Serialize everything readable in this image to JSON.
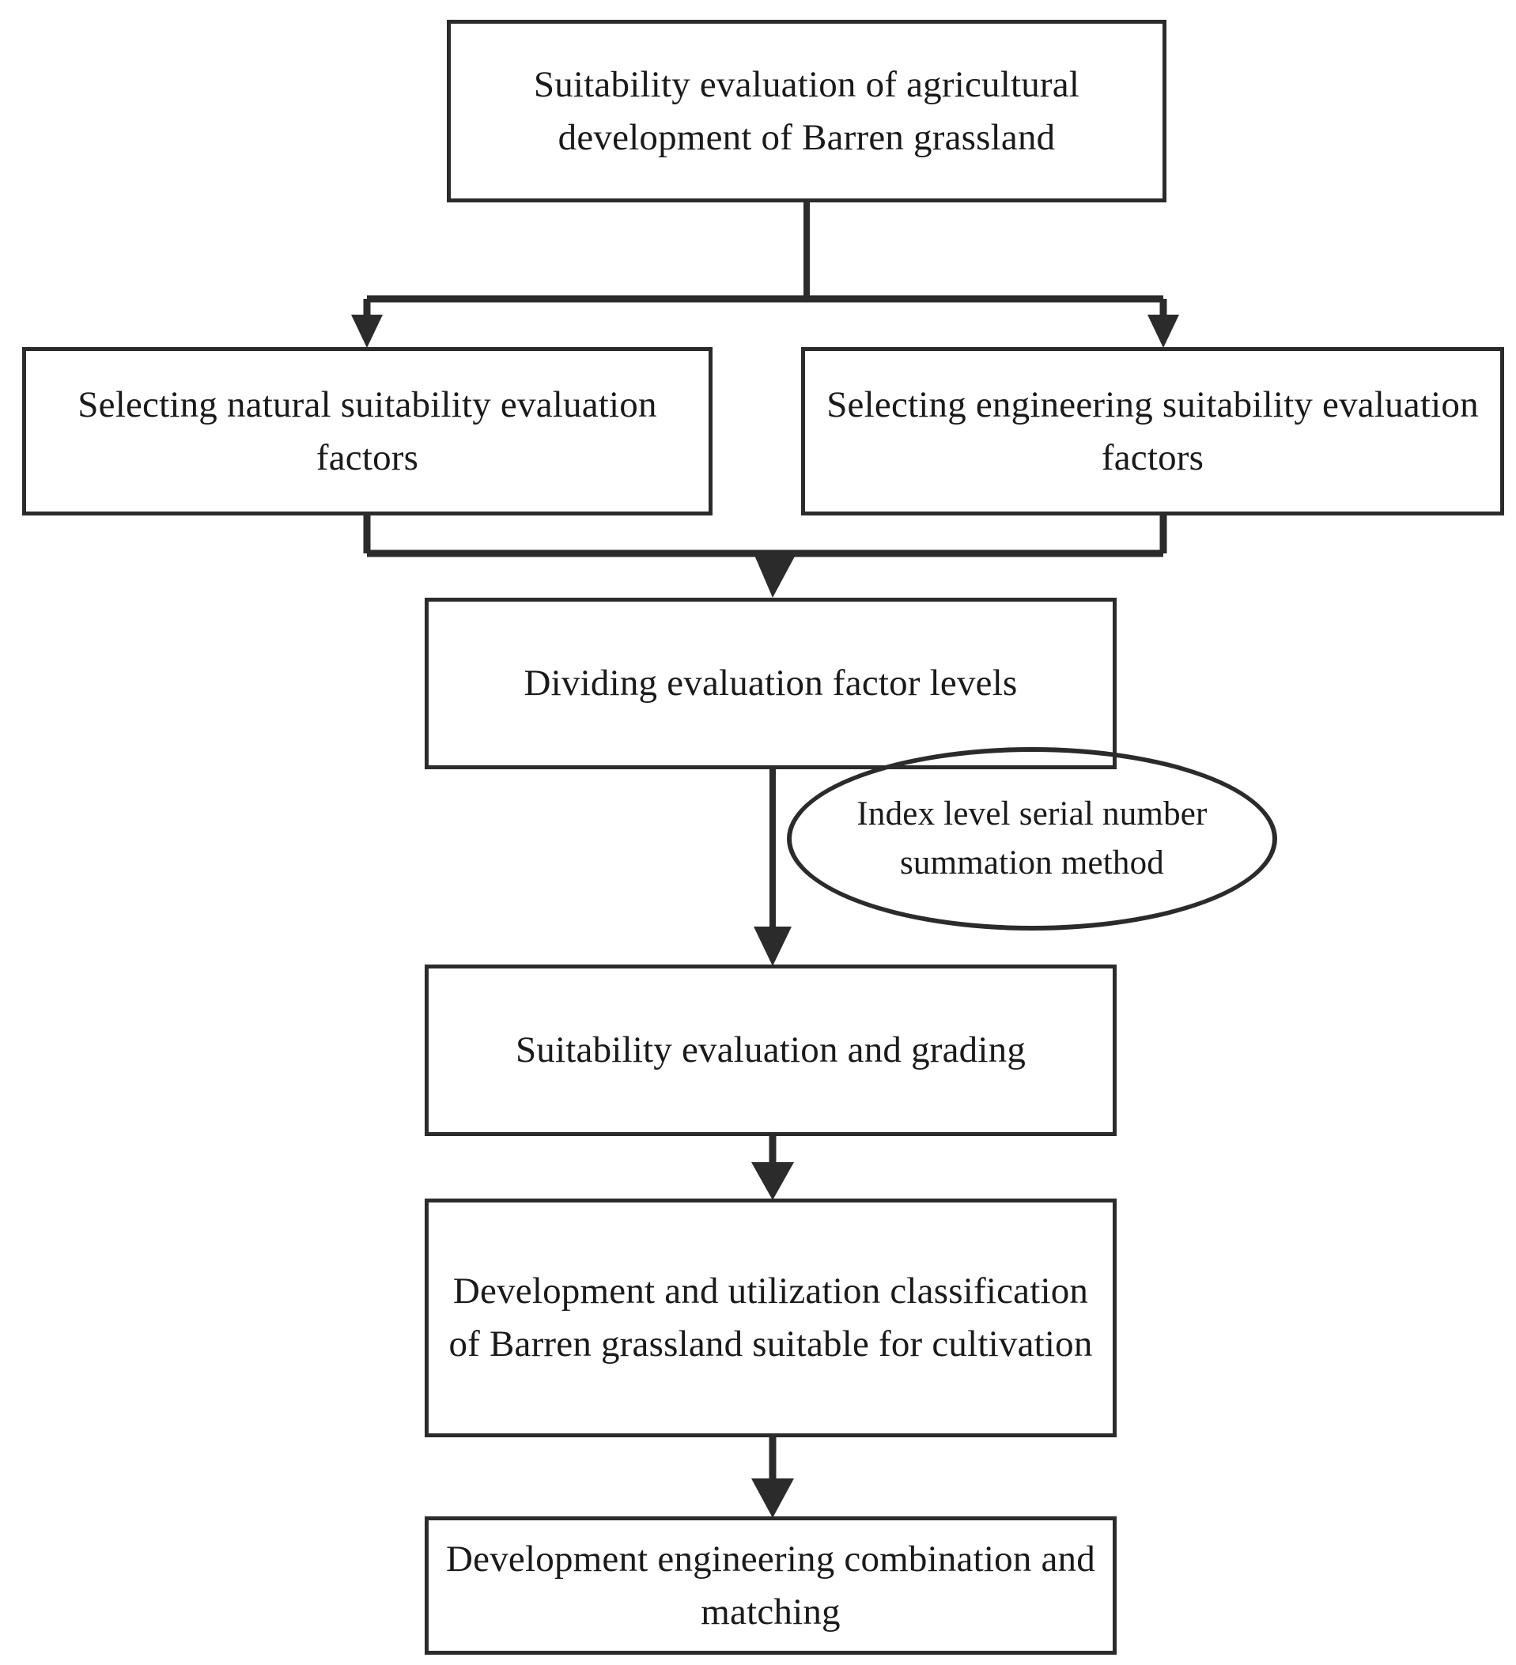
{
  "diagram": {
    "title_node": {
      "id": "root",
      "label": "Suitability evaluation of agricultural development of Barren grassland",
      "shape": "rectangle"
    },
    "nodes": [
      {
        "id": "root",
        "label": "Suitability evaluation of agricultural development of Barren grassland",
        "shape": "rectangle"
      },
      {
        "id": "natural",
        "label": "Selecting natural suitability evaluation factors",
        "shape": "rectangle"
      },
      {
        "id": "engineering",
        "label": "Selecting engineering suitability evaluation factors",
        "shape": "rectangle"
      },
      {
        "id": "dividing",
        "label": "Dividing evaluation factor levels",
        "shape": "rectangle"
      },
      {
        "id": "method",
        "label": "Index level serial number summation method",
        "shape": "ellipse"
      },
      {
        "id": "grading",
        "label": "Suitability evaluation and grading",
        "shape": "rectangle"
      },
      {
        "id": "classification",
        "label": "Development and utilization classification of Barren grassland suitable for cultivation",
        "shape": "rectangle"
      },
      {
        "id": "matching",
        "label": "Development engineering combination and matching",
        "shape": "rectangle"
      }
    ],
    "edges": [
      {
        "from": "root",
        "to": "natural",
        "type": "split-arrow"
      },
      {
        "from": "root",
        "to": "engineering",
        "type": "split-arrow"
      },
      {
        "from": "natural",
        "to": "dividing",
        "type": "merge-arrow"
      },
      {
        "from": "engineering",
        "to": "dividing",
        "type": "merge-arrow"
      },
      {
        "from": "dividing",
        "to": "grading",
        "type": "arrow"
      },
      {
        "from": "grading",
        "to": "classification",
        "type": "arrow"
      },
      {
        "from": "classification",
        "to": "matching",
        "type": "arrow"
      }
    ],
    "colors": {
      "stroke": "#2b2b2b",
      "text": "#1a1a1a",
      "background": "#ffffff"
    }
  }
}
